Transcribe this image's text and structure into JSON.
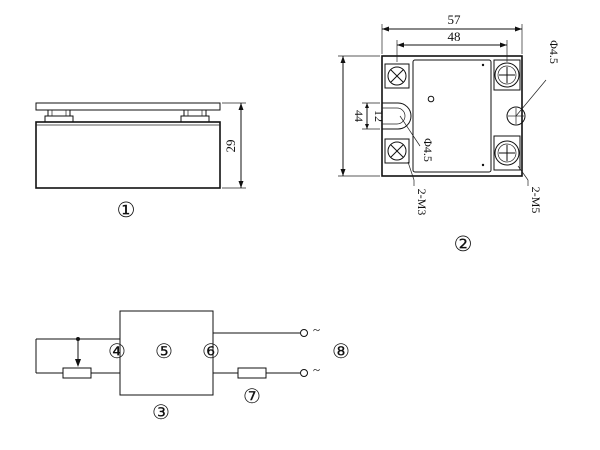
{
  "dimensions": {
    "side_height": "29",
    "top_width_outer": "57",
    "top_width_inner": "48",
    "top_height_outer": "44",
    "slot_height": "12",
    "hole_dia_right": "Φ4.5",
    "hole_dia_center": "Φ4.5",
    "small_screw_spec": "2-M3",
    "large_screw_spec": "2-M5"
  },
  "labels": {
    "side_view": "①",
    "top_view": "②",
    "circuit": "③",
    "input_terminal": "④",
    "relay_body": "⑤",
    "output_terminal": "⑥",
    "load": "⑦",
    "ac_supply": "⑧",
    "ac_symbol_top": "~",
    "ac_symbol_bottom": "~"
  }
}
